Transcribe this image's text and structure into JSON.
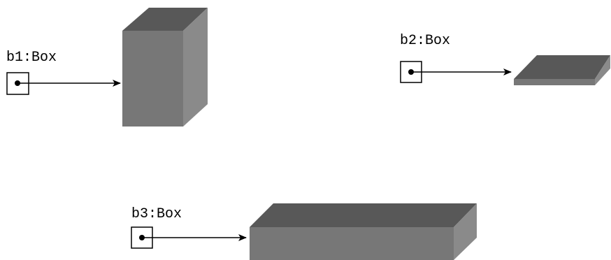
{
  "references": [
    {
      "label": "b1:Box"
    },
    {
      "label": "b2:Box"
    },
    {
      "label": "b3:Box"
    }
  ],
  "colors": {
    "box_top": "#585858",
    "box_front": "#787878",
    "box_side": "#8c8c8c",
    "arrow": "#000000"
  }
}
